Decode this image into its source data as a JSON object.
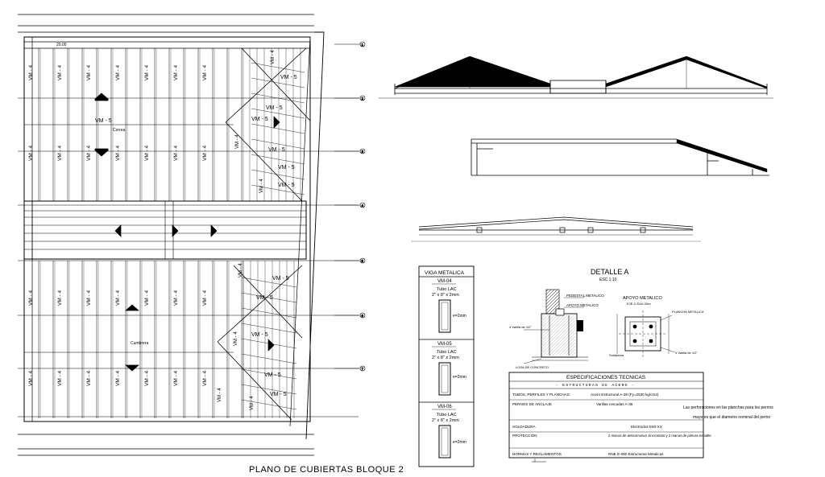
{
  "plan": {
    "title": "PLANO DE CUBIERTAS BLOQUE 2",
    "label_vm4": "VM - 4",
    "label_vm5": "VM - 5",
    "label_correa": "Correa",
    "label_cumbrera": "Cumbrera",
    "axis_numbers": [
      "1",
      "2",
      "3",
      "4",
      "5",
      "6",
      "7"
    ]
  },
  "beam_table": {
    "header": "VIGA METALICA",
    "sections": [
      {
        "tag": "VM-04",
        "tube": "Tubo LAC",
        "dims": "2\" x 8\" x 2mm",
        "thk": "e=2mm"
      },
      {
        "tag": "VM-05",
        "tube": "Tubo LAC",
        "dims": "2\" x 8\" x 2mm",
        "thk": "e=2mm"
      },
      {
        "tag": "VM-06",
        "tube": "Tubo LAC",
        "dims": "2\" x 8\" x 2mm",
        "thk": "e=2mm"
      }
    ]
  },
  "detail": {
    "title": "DETALLE  A",
    "scale": "ESC 1:10",
    "left_labels": [
      "PEDESTAL METALICO",
      "APOYO METALICO",
      "4 Varilla de 1/2\"",
      "LOSA DE CONCRETO"
    ],
    "right_title": "APOYO METALICO",
    "right_sub": "EJE-0.20x0.20m",
    "right_labels": [
      "PLANCHA METALICA",
      "Soldadura",
      "4 Varilla de 1/2\""
    ]
  },
  "specs": {
    "header": "ESPECIFICACIONES TECNICAS",
    "subheader": "- ESTRUCTURAS DE ACERO -",
    "rows": [
      {
        "label": "TUBOS, PERFILES Y PLANCHAS:",
        "value": "Acero Estructural A-36 (Fy=2530 kg/cm2)"
      },
      {
        "label": "PERNOS DE ANCLAJE",
        "value": "Varillas roscadas A-36"
      },
      {
        "label": "SOLDADURA",
        "value": "Electrodos E60-XX"
      },
      {
        "label": "PROTECCION",
        "value": "2 manos de anticorrosivo zincromato y 2 manos de pintura esmalte"
      },
      {
        "label": "NORMAS Y REGLAMENTOS",
        "value": "RNE E-090  Estructuras Metalicas"
      }
    ],
    "note_line1": "Las perforaciones en las planchas para los pernos",
    "note_line2": "mayores que el diametro nominal del perno"
  }
}
